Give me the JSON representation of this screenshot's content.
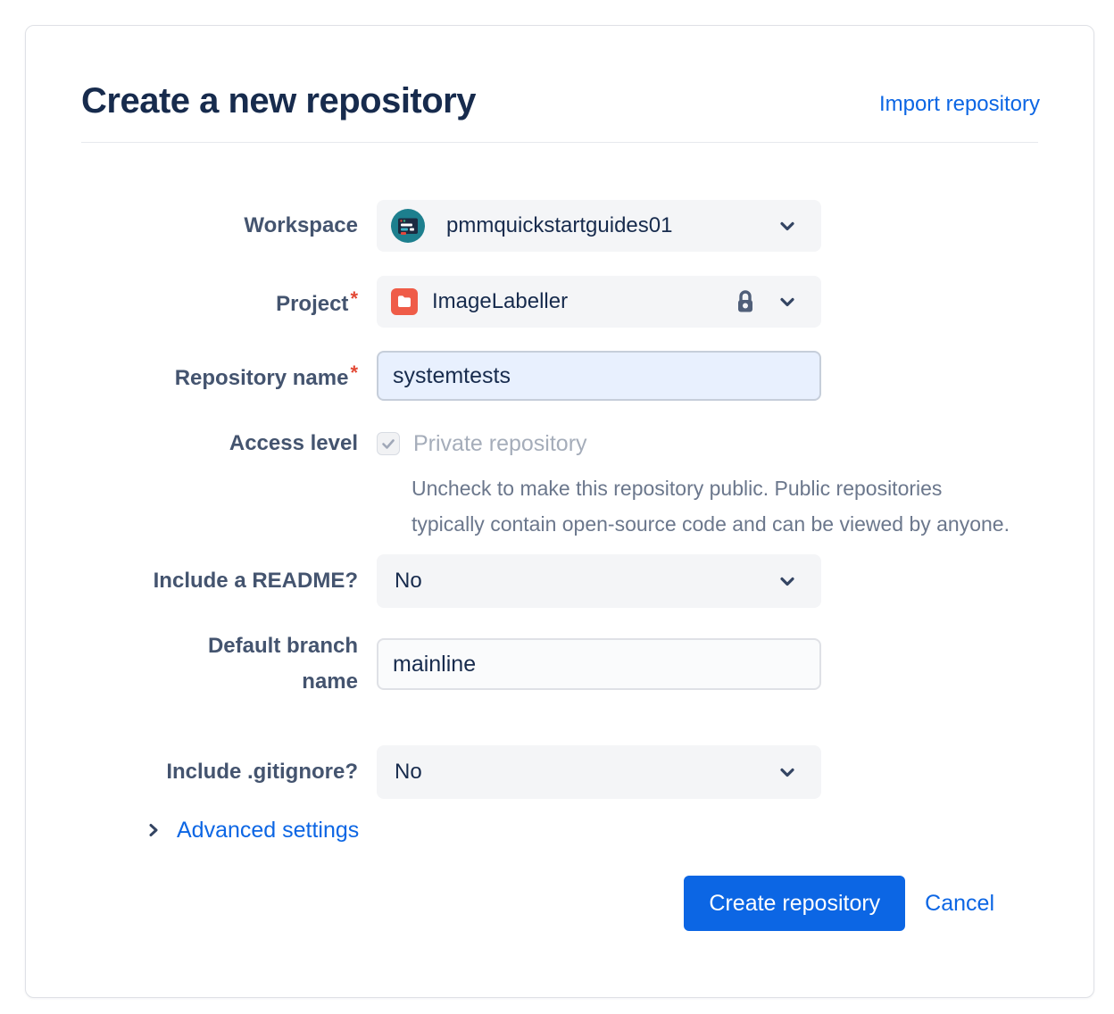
{
  "header": {
    "title": "Create a new repository",
    "import_link": "Import repository"
  },
  "form": {
    "workspace": {
      "label": "Workspace",
      "value": "pmmquickstartguides01"
    },
    "project": {
      "label": "Project",
      "required_mark": "*",
      "value": "ImageLabeller"
    },
    "repository_name": {
      "label": "Repository name",
      "required_mark": "*",
      "value": "systemtests"
    },
    "access_level": {
      "label": "Access level",
      "checkbox_label": "Private repository",
      "checkbox_state": "checked-disabled",
      "helper_text": "Uncheck to make this repository public. Public repositories typically contain open‑source code and can be viewed by anyone."
    },
    "include_readme": {
      "label": "Include a README?",
      "value": "No"
    },
    "default_branch": {
      "label": "Default branch name",
      "value": "mainline"
    },
    "include_gitignore": {
      "label": "Include .gitignore?",
      "value": "No"
    }
  },
  "advanced": {
    "label": "Advanced settings"
  },
  "actions": {
    "create_label": "Create repository",
    "cancel_label": "Cancel"
  },
  "colors": {
    "accent_blue": "#0C66E4",
    "title_text": "#172B4D",
    "label_text": "#44546F",
    "muted_text": "#6B778C",
    "disabled_text": "#A5ADBA",
    "required_red": "#E34935",
    "field_bg": "#F4F5F7",
    "autofill_bg": "#E8F0FE",
    "workspace_avatar_teal": "#1D7F8E",
    "project_icon_red": "#EF5C48"
  }
}
